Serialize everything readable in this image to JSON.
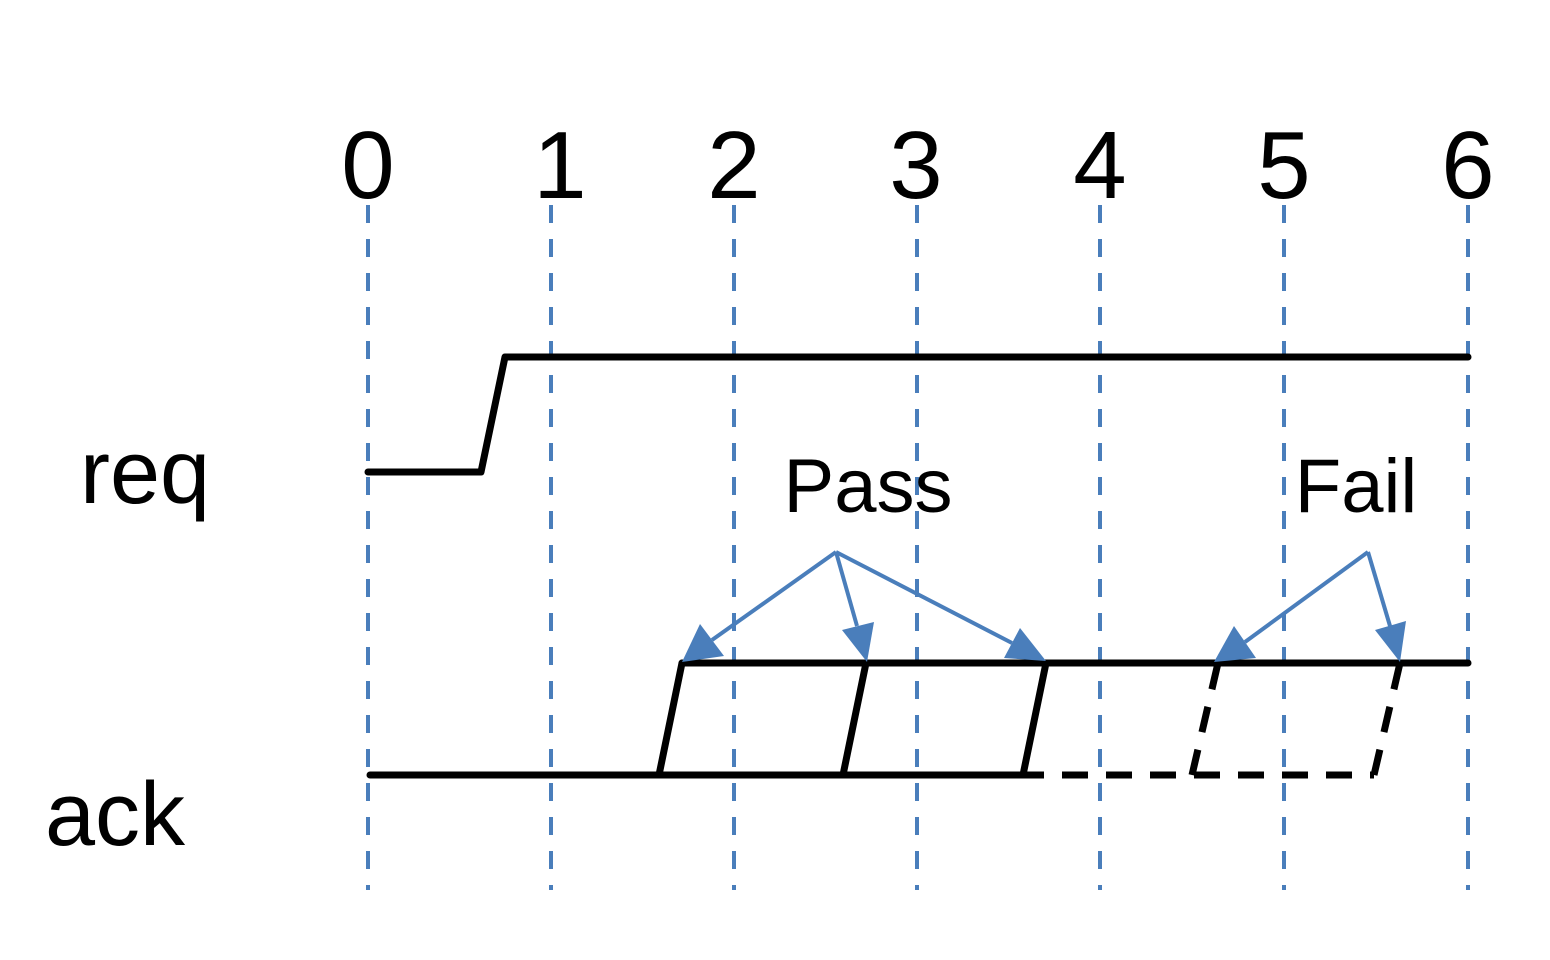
{
  "timeline": {
    "ticks": [
      "0",
      "1",
      "2",
      "3",
      "4",
      "5",
      "6"
    ]
  },
  "signals": {
    "req": "req",
    "ack": "ack"
  },
  "annotations": {
    "pass": "Pass",
    "fail": "Fail"
  },
  "colors": {
    "gridline": "#4a7ebb",
    "arrow": "#4a7ebb",
    "waveform": "#000000"
  }
}
